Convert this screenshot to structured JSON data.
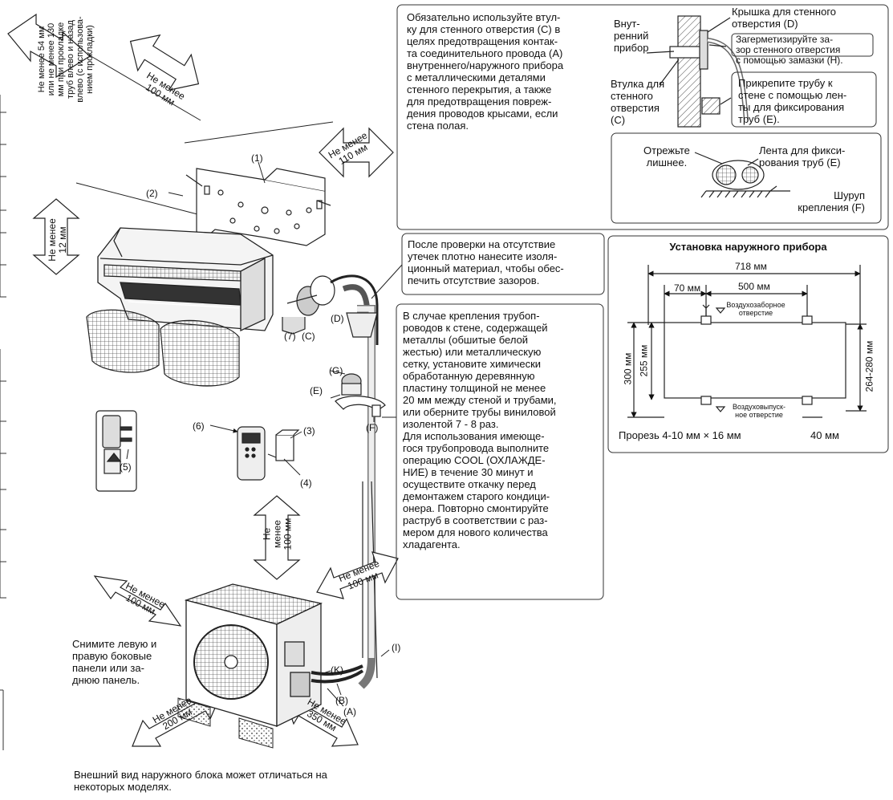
{
  "note_wall_sleeve": "Обязательно используйте втул-\nку для стенного отверстия (C) в\nцелях предотвращения контак-\nта соединительного провода (A)\nвнутреннего/наружного прибора\nс металлическими деталями\nстенного перекрытия, а также\nдля предотвращения повреж-\nдения проводов крысами, если\nстена полая.",
  "wall_detail": {
    "indoor_unit": "Внут-\nренний\nприбор",
    "cover": "Крышка для стенного\nотверстия (D)",
    "seal": "Загерметизируйте за-\nзор стенного отверстия\nс помощью замазки (H).",
    "sleeve": "Втулка для\nстенного\nотверстия\n(C)",
    "fix_pipe": "Прикрепите трубу к\nстене с помощью лен-\nты для фиксирования\nтруб (E).",
    "cut_excess": "Отрежьте\nлишнее.",
    "tape": "Лента для фикси-\nрования труб (E)",
    "screw": "Шуруп\nкрепления (F)"
  },
  "note_insulation": "После проверки на отсутствие\nутечек плотно нанесите изоля-\nционный материал, чтобы обес-\nпечить отсутствие зазоров.",
  "note_metal_wall": "В случае крепления трубоп-\nроводов к стене, содержащей\nметаллы (обшитые белой\nжестью) или металлическую\nсетку, установите химически\nобработанную деревянную\nпластину толщиной не менее\n20 мм между стеной и трубами,\nили оберните трубы виниловой\nизолентой 7 - 8 раз.\nДля использования имеюще-\nгося трубопровода выполните\nоперацию COOL (ОХЛАЖДЕ-\nНИЕ) в течение 30 минут и\nосуществите откачку перед\nдемонтажем старого кондици-\nонера. Повторно смонтируйте\nраструб в соответствии с раз-\nмером для нового количества\nхладагента.",
  "outdoor_install": {
    "title": "Установка наружного прибора",
    "dim_718": "718 мм",
    "dim_70": "70 мм",
    "dim_500": "500 мм",
    "intake": "Воздухозаборное\nотверстие",
    "outlet": "Воздуховыпуск-\nное отверстие",
    "dim_300": "300 мм",
    "dim_255": "255 мм",
    "dim_264": "264-280 мм",
    "slot": "Прорезь 4-10 мм × 16 мм",
    "dim_40": "40 мм"
  },
  "clearances": {
    "left_side": "Не менее 54 мм\nили не менее 130\nмм при прокладке\nтруб влево и назад\nвлево (с использова-\nнием прокладки)",
    "top": "Не менее\n100 мм",
    "right": "Не менее\n110 мм",
    "bottom": "Не менее\n12 мм",
    "outdoor_top": "Не\nменее\n100 мм",
    "outdoor_left": "Не менее\n100 мм",
    "outdoor_right": "Не менее\n100 мм",
    "outdoor_front": "Не менее\n200 мм",
    "outdoor_rear": "Не менее\n350 мм"
  },
  "parts": {
    "p1": "(1)",
    "p2": "(2)",
    "p3": "(3)",
    "p4": "(4)",
    "p5": "(5)",
    "p6": "(6)",
    "p7": "(7)",
    "pA": "(A)",
    "pB": "(B)",
    "pC": "(C)",
    "pD": "(D)",
    "pE": "(E)",
    "pF": "(F)",
    "pG": "(G)",
    "pI": "(I)",
    "pK": "(K)"
  },
  "note_panels": "Снимите левую и\nправую боковые\nпанели или за-\nднюю панель.",
  "note_appearance": "Внешний вид наружного блока может отличаться на\nнекоторых моделях."
}
